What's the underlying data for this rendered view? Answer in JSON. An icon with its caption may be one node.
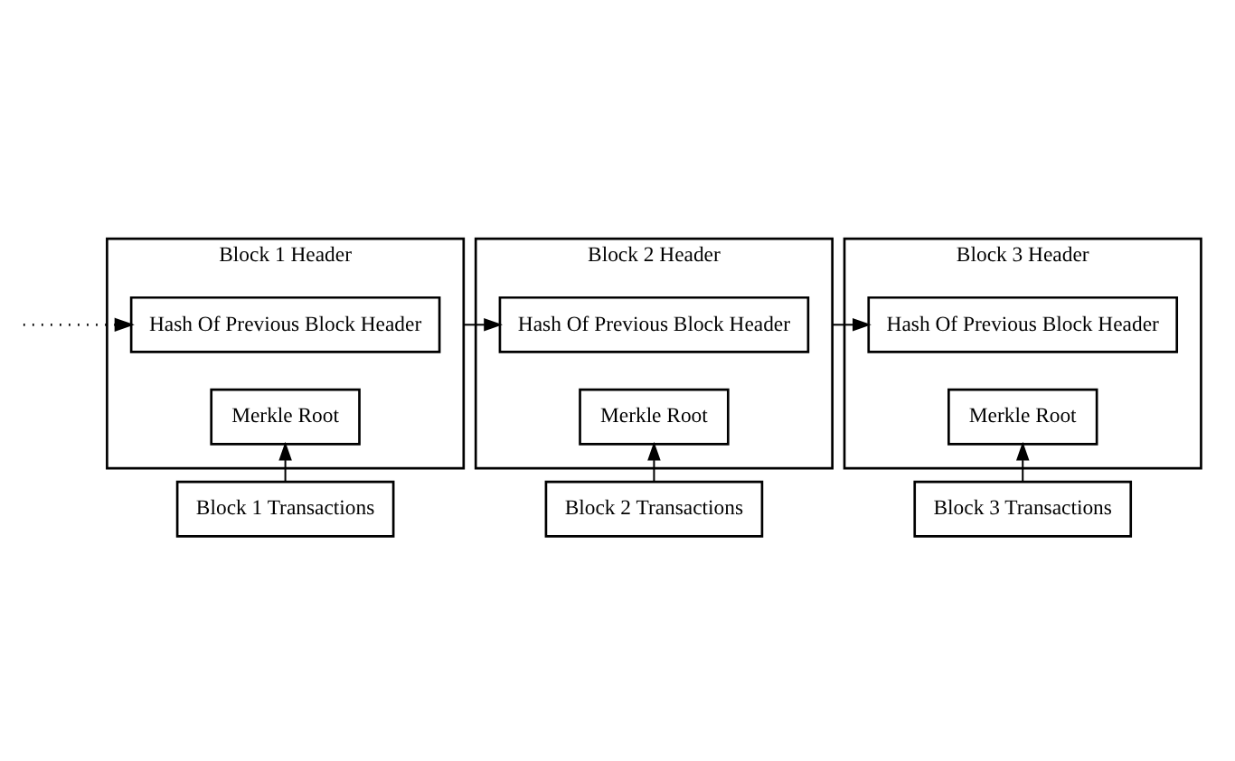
{
  "diagram": {
    "nodes": [
      {
        "text": [
          "Block 1 Header"
        ]
      },
      {
        "text": [
          "Hash Of Previous Block Header"
        ],
        "in": 0
      },
      {
        "text": [
          "Merkle Root"
        ],
        "in": 0
      },
      {
        "text": [
          "Block 1 Transactions"
        ]
      },
      {
        "text": [
          "Block 2 Header"
        ]
      },
      {
        "text": [
          "Hash Of Previous Block Header"
        ],
        "in": 4
      },
      {
        "text": [
          "Merkle Root"
        ],
        "in": 4
      },
      {
        "text": [
          "Block 2 Transactions"
        ]
      },
      {
        "text": [
          "Block 3 Header"
        ]
      },
      {
        "text": [
          "Hash Of Previous Block Header"
        ],
        "in": 8
      },
      {
        "text": [
          "Merkle Root"
        ],
        "in": 8
      },
      {
        "text": [
          "Block 3 Transactions"
        ]
      }
    ],
    "edges": [
      {
        "from": null,
        "to": 1,
        "arrow": "to",
        "style": "dashed"
      },
      {
        "from": 0,
        "to": 5,
        "arrow": "to"
      },
      {
        "from": 4,
        "to": 9,
        "arrow": "to"
      },
      {
        "from": 3,
        "to": 2,
        "arrow": "to"
      },
      {
        "from": 7,
        "to": 6,
        "arrow": "to"
      },
      {
        "from": 11,
        "to": 10,
        "arrow": "to"
      }
    ]
  }
}
